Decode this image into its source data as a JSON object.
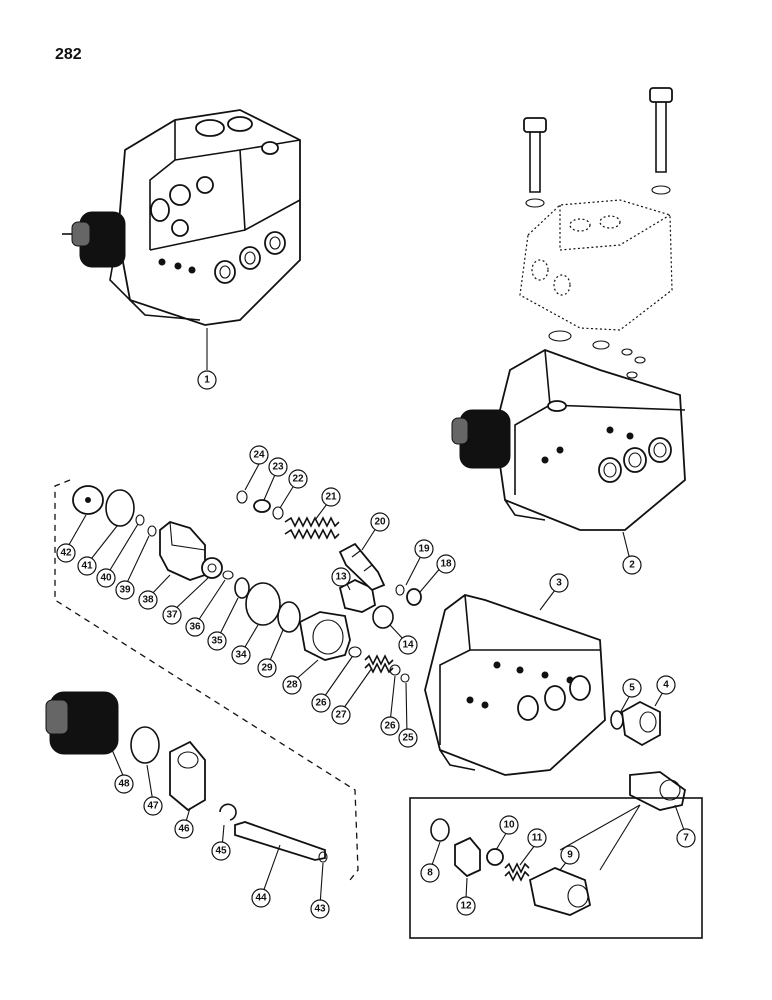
{
  "page": {
    "number": "282"
  },
  "callouts": [
    "1",
    "2",
    "3",
    "4",
    "5",
    "7",
    "8",
    "9",
    "10",
    "11",
    "12",
    "13",
    "14",
    "18",
    "19",
    "20",
    "21",
    "22",
    "23",
    "24",
    "25",
    "26",
    "26",
    "27",
    "28",
    "29",
    "34",
    "35",
    "36",
    "37",
    "38",
    "39",
    "40",
    "41",
    "42",
    "43",
    "44",
    "45",
    "46",
    "47",
    "48"
  ]
}
